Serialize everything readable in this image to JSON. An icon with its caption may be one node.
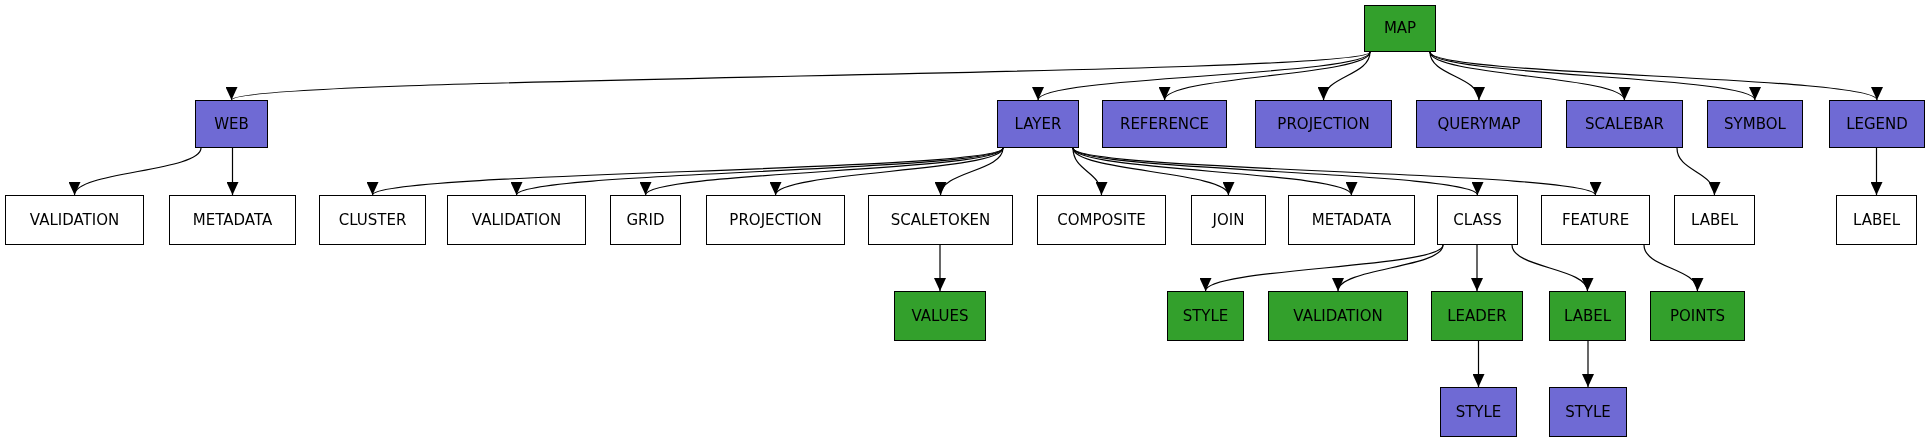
{
  "diagram": {
    "nodes": [
      {
        "text": [
          "MAP"
        ]
      },
      {
        "text": [
          "WEB"
        ]
      },
      {
        "text": [
          "LAYER"
        ]
      },
      {
        "text": [
          "REFERENCE"
        ]
      },
      {
        "text": [
          "PROJECTION"
        ]
      },
      {
        "text": [
          "QUERYMAP"
        ]
      },
      {
        "text": [
          "SCALEBAR"
        ]
      },
      {
        "text": [
          "SYMBOL"
        ]
      },
      {
        "text": [
          "LEGEND"
        ]
      },
      {
        "text": [
          "VALIDATION"
        ]
      },
      {
        "text": [
          "METADATA"
        ]
      },
      {
        "text": [
          "CLUSTER"
        ]
      },
      {
        "text": [
          "VALIDATION"
        ]
      },
      {
        "text": [
          "GRID"
        ]
      },
      {
        "text": [
          "PROJECTION"
        ]
      },
      {
        "text": [
          "SCALETOKEN"
        ]
      },
      {
        "text": [
          "COMPOSITE"
        ]
      },
      {
        "text": [
          "JOIN"
        ]
      },
      {
        "text": [
          "METADATA"
        ]
      },
      {
        "text": [
          "CLASS"
        ]
      },
      {
        "text": [
          "FEATURE"
        ]
      },
      {
        "text": [
          "LABEL"
        ]
      },
      {
        "text": [
          "LABEL"
        ]
      },
      {
        "text": [
          "VALUES"
        ]
      },
      {
        "text": [
          "STYLE"
        ]
      },
      {
        "text": [
          "VALIDATION"
        ]
      },
      {
        "text": [
          "LEADER"
        ]
      },
      {
        "text": [
          "LABEL"
        ]
      },
      {
        "text": [
          "POINTS"
        ]
      },
      {
        "text": [
          "STYLE"
        ]
      },
      {
        "text": [
          "STYLE"
        ]
      }
    ],
    "edges": [
      {
        "from": 0,
        "to": 1,
        "arrow": "to"
      },
      {
        "from": 0,
        "to": 2,
        "arrow": "to"
      },
      {
        "from": 0,
        "to": 3,
        "arrow": "to"
      },
      {
        "from": 0,
        "to": 4,
        "arrow": "to"
      },
      {
        "from": 0,
        "to": 5,
        "arrow": "to"
      },
      {
        "from": 0,
        "to": 6,
        "arrow": "to"
      },
      {
        "from": 0,
        "to": 7,
        "arrow": "to"
      },
      {
        "from": 0,
        "to": 8,
        "arrow": "to"
      },
      {
        "from": 1,
        "to": 9,
        "arrow": "to"
      },
      {
        "from": 1,
        "to": 10,
        "arrow": "to"
      },
      {
        "from": 2,
        "to": 11,
        "arrow": "to"
      },
      {
        "from": 2,
        "to": 12,
        "arrow": "to"
      },
      {
        "from": 2,
        "to": 13,
        "arrow": "to"
      },
      {
        "from": 2,
        "to": 14,
        "arrow": "to"
      },
      {
        "from": 2,
        "to": 15,
        "arrow": "to"
      },
      {
        "from": 2,
        "to": 16,
        "arrow": "to"
      },
      {
        "from": 2,
        "to": 17,
        "arrow": "to"
      },
      {
        "from": 2,
        "to": 18,
        "arrow": "to"
      },
      {
        "from": 2,
        "to": 19,
        "arrow": "to"
      },
      {
        "from": 2,
        "to": 20,
        "arrow": "to"
      },
      {
        "from": 6,
        "to": 21,
        "arrow": "to"
      },
      {
        "from": 8,
        "to": 22,
        "arrow": "to"
      },
      {
        "from": 15,
        "to": 23,
        "arrow": "to"
      },
      {
        "from": 19,
        "to": 24,
        "arrow": "to"
      },
      {
        "from": 19,
        "to": 25,
        "arrow": "to"
      },
      {
        "from": 19,
        "to": 26,
        "arrow": "to"
      },
      {
        "from": 19,
        "to": 27,
        "arrow": "to"
      },
      {
        "from": 20,
        "to": 28,
        "arrow": "to"
      },
      {
        "from": 26,
        "to": 29,
        "arrow": "to"
      },
      {
        "from": 27,
        "to": 30,
        "arrow": "to"
      }
    ]
  }
}
